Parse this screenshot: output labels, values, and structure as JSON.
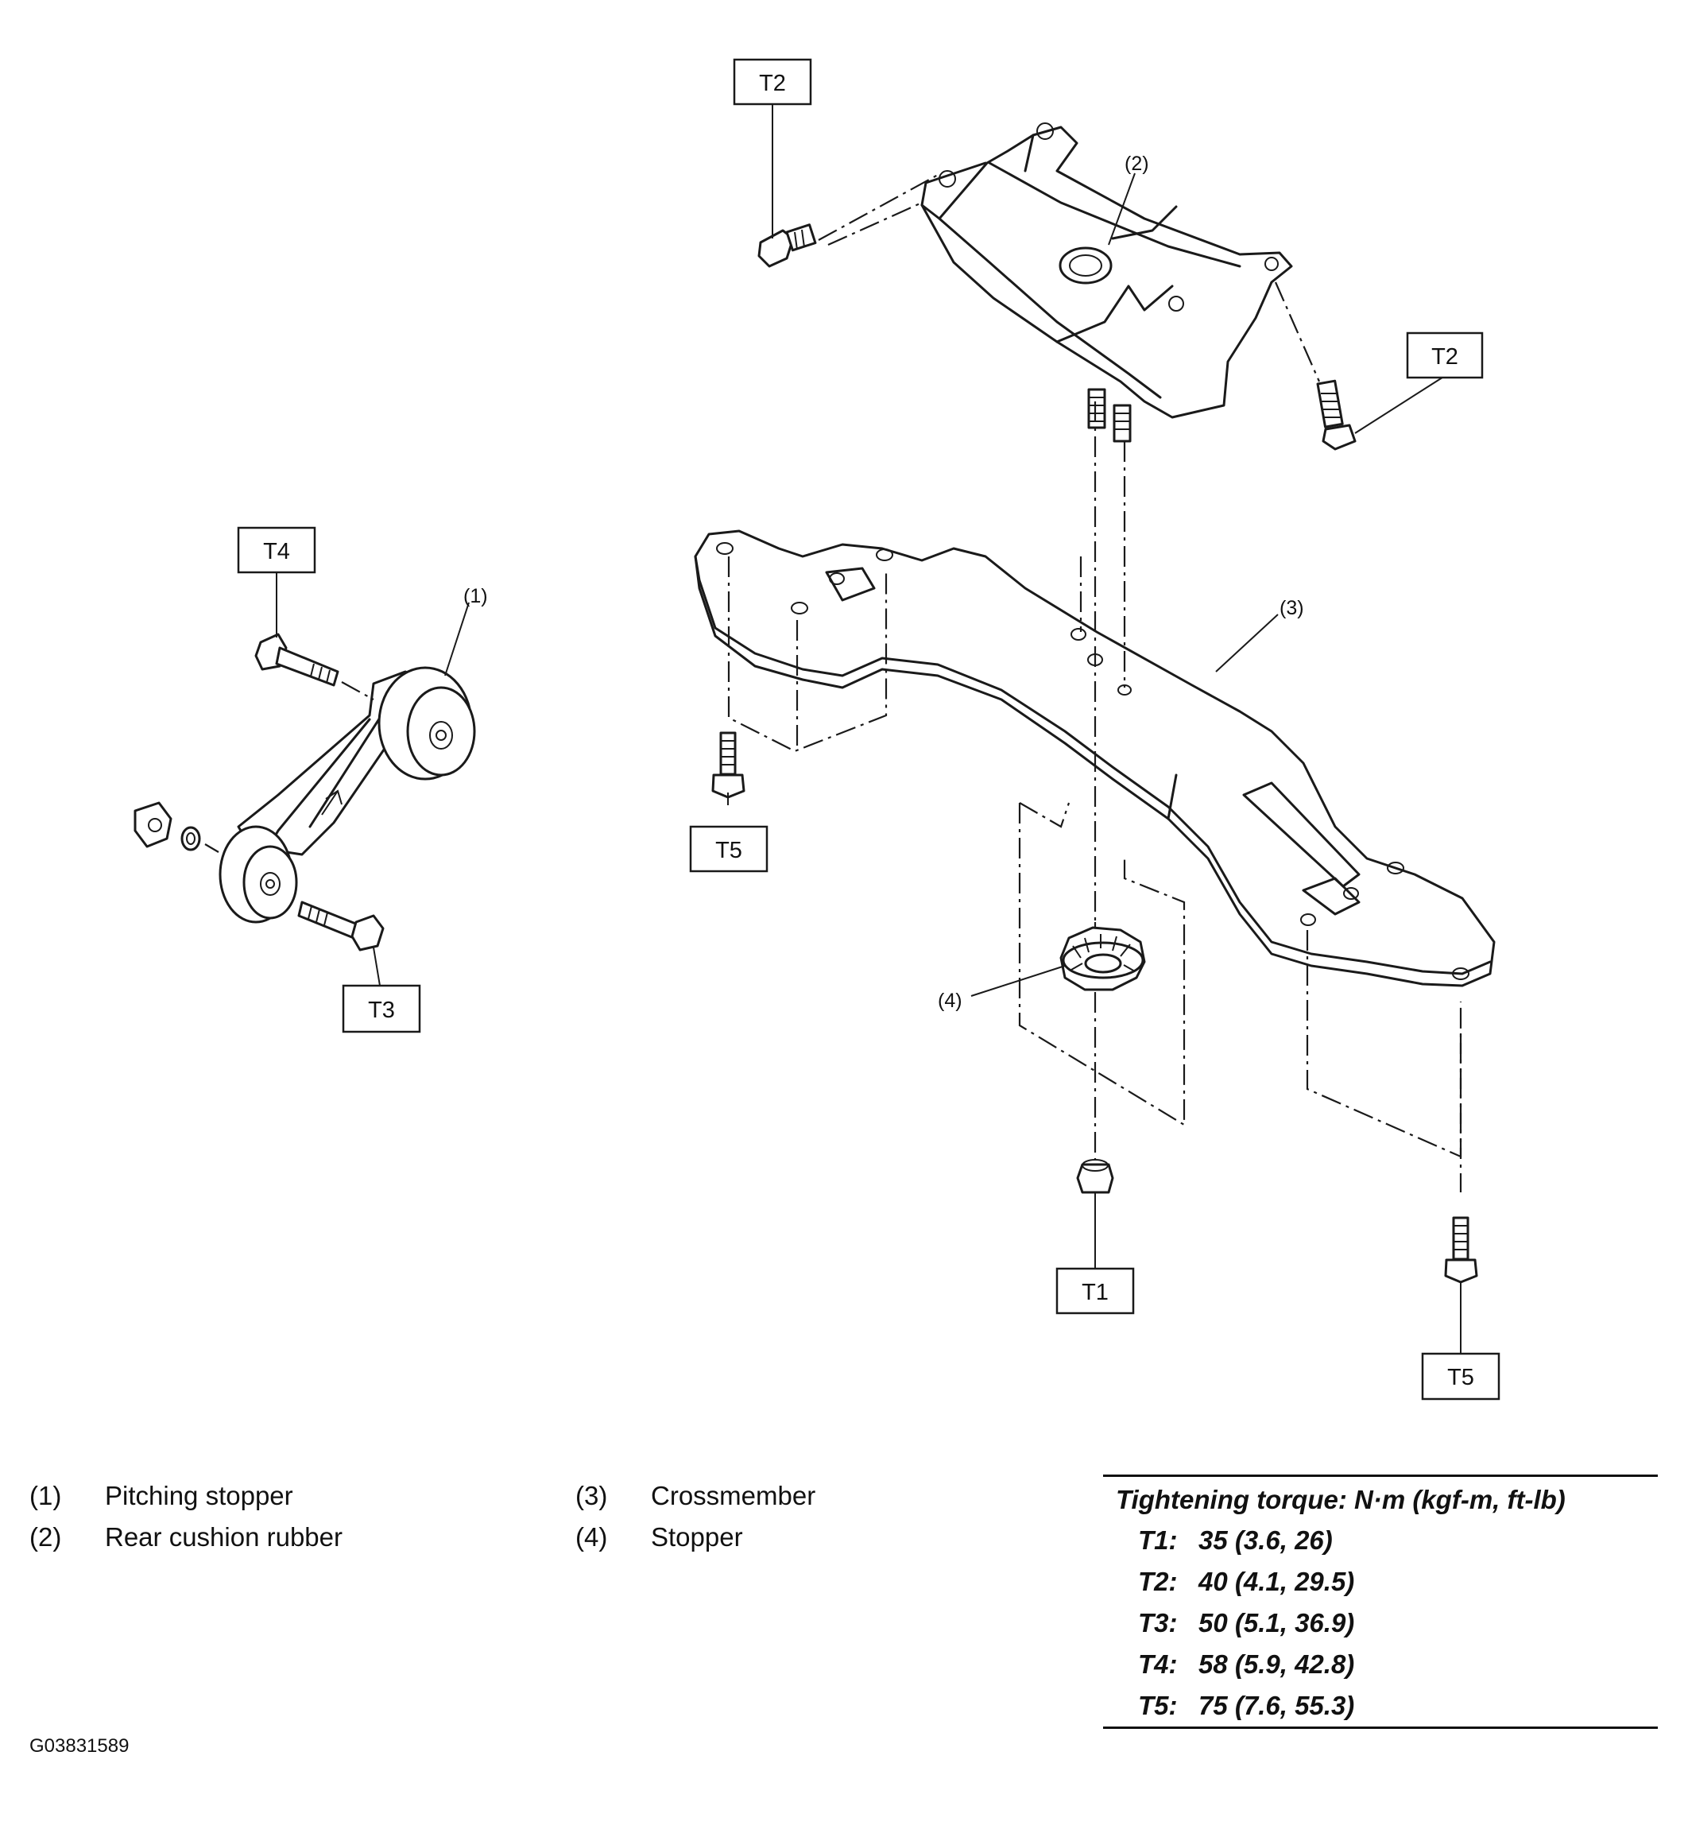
{
  "figure_id": "G03831589",
  "callouts": {
    "t2_top": "T2",
    "t2_right": "T2",
    "t4": "T4",
    "t3": "T3",
    "t5_left": "T5",
    "t1": "T1",
    "t5_right": "T5"
  },
  "part_numbers": {
    "p1": "(1)",
    "p2": "(2)",
    "p3": "(3)",
    "p4": "(4)"
  },
  "legend": [
    {
      "num": "(1)",
      "name": "Pitching stopper"
    },
    {
      "num": "(2)",
      "name": "Rear cushion rubber"
    },
    {
      "num": "(3)",
      "name": "Crossmember"
    },
    {
      "num": "(4)",
      "name": "Stopper"
    }
  ],
  "torque": {
    "header": "Tightening torque: N·m (kgf-m, ft-lb)",
    "rows": [
      {
        "key": "T1:",
        "value": "35 (3.6, 26)"
      },
      {
        "key": "T2:",
        "value": "40 (4.1, 29.5)"
      },
      {
        "key": "T3:",
        "value": "50 (5.1, 36.9)"
      },
      {
        "key": "T4:",
        "value": "58 (5.9, 42.8)"
      },
      {
        "key": "T5:",
        "value": "75 (7.6, 55.3)"
      }
    ]
  }
}
